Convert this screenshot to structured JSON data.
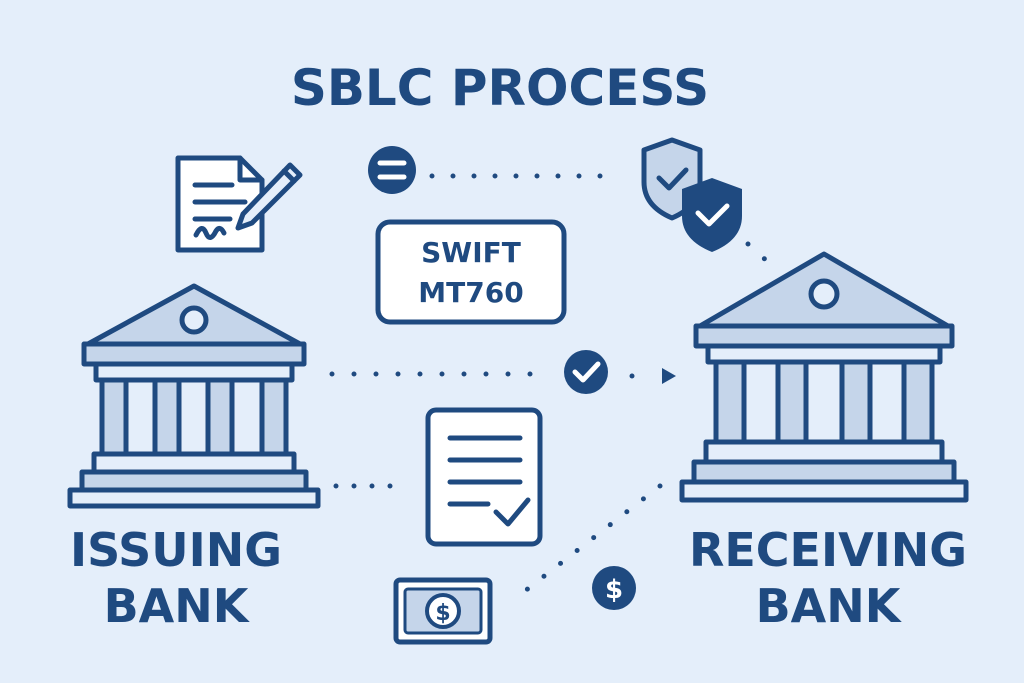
{
  "title": "SBLC PROCESS",
  "issuing_bank": {
    "line1": "ISSUING",
    "line2": "BANK"
  },
  "receiving_bank": {
    "line1": "RECEIVING",
    "line2": "BANK"
  },
  "swift_box": {
    "line1": "SWIFT",
    "line2": "MT760"
  },
  "colors": {
    "background": "#e4eefa",
    "navy": "#1f4a80",
    "fill_light": "#c5d5ea",
    "fill_pale": "#ffffff"
  },
  "icons": [
    "signed-document-icon",
    "equals-icon",
    "shield-check-icon",
    "bank-building-icon",
    "check-circle-icon",
    "approved-document-icon",
    "banknote-icon",
    "dollar-circle-icon"
  ]
}
